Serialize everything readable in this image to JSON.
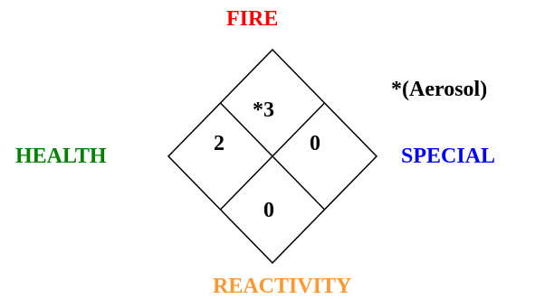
{
  "labels": {
    "fire": "FIRE",
    "health": "HEALTH",
    "special": "SPECIAL",
    "reactivity": "REACTIVITY",
    "note": "*(Aerosol)"
  },
  "ratings": {
    "fire": "*3",
    "health": "2",
    "special": "0",
    "reactivity": "0"
  },
  "colors": {
    "fire": "#ff0000",
    "health": "#008000",
    "special": "#0000ff",
    "reactivity": "#ff9933",
    "lines": "#000000"
  }
}
